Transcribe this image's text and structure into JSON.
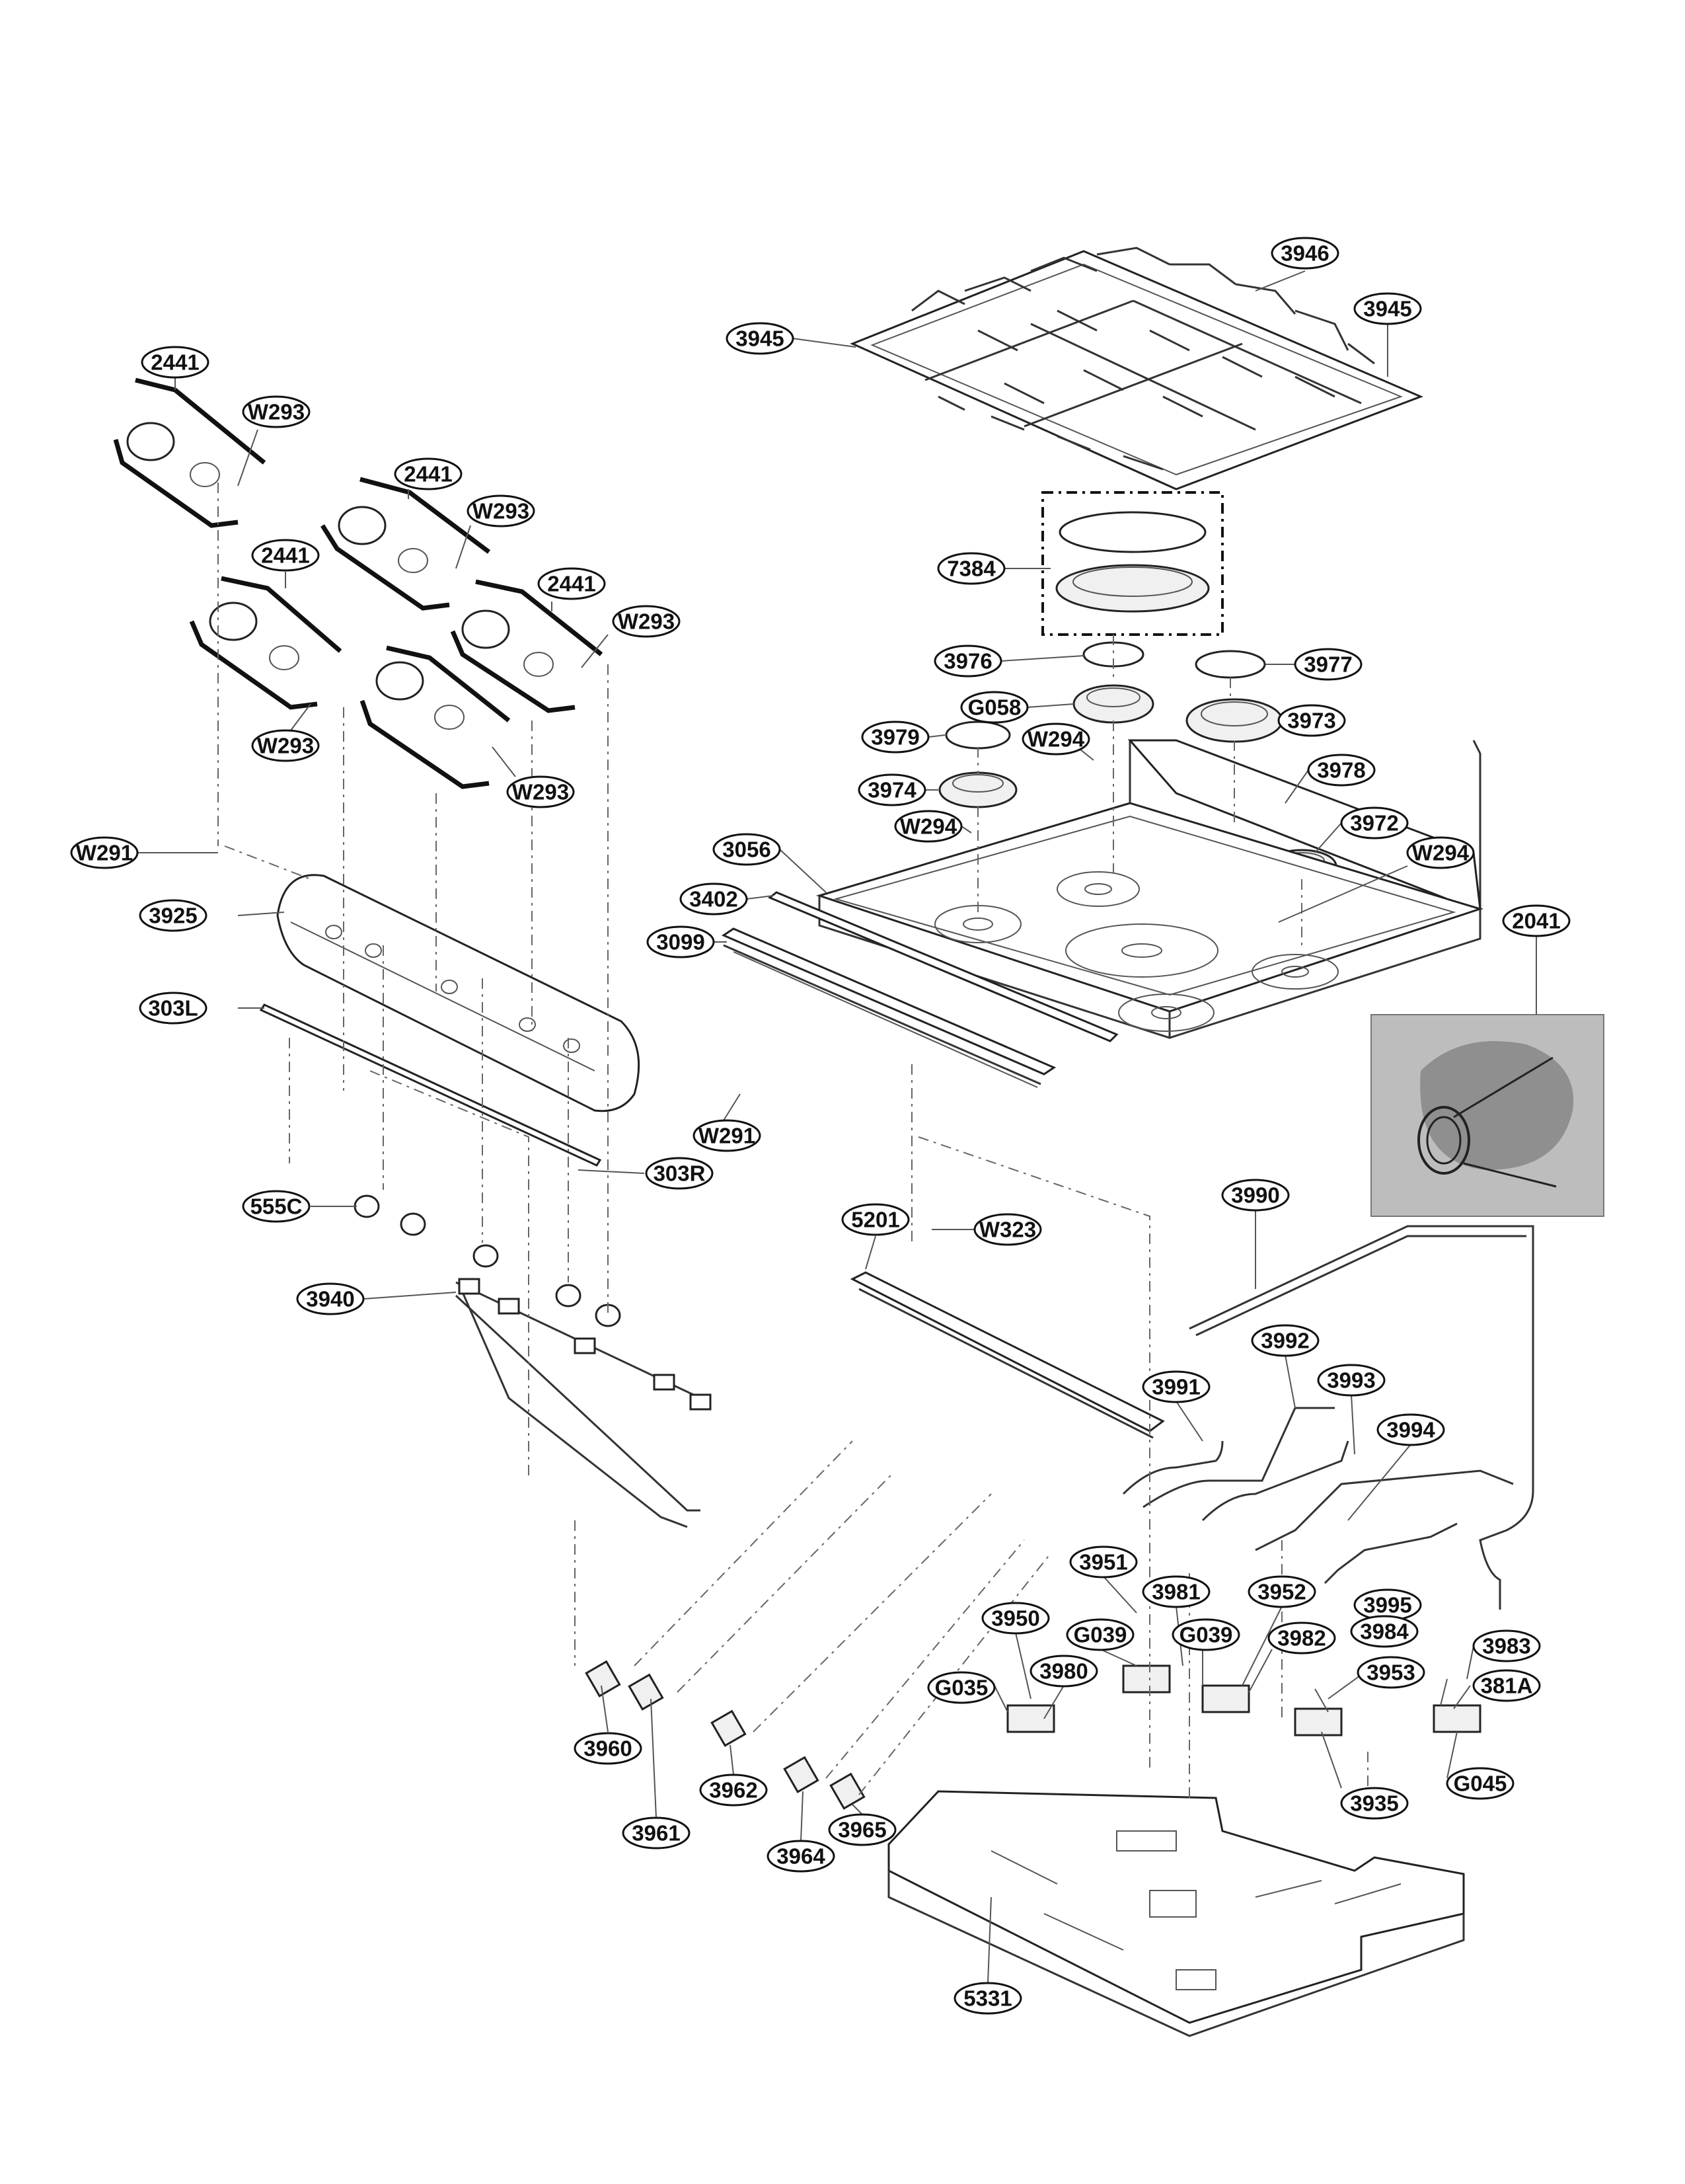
{
  "diagram": {
    "labels": {
      "c1": "2441",
      "c2": "W293",
      "c3": "2441",
      "c4": "W293",
      "c5": "2441",
      "c6": "2441",
      "c7": "W293",
      "c8": "W293",
      "c9": "W293",
      "c10": "W291",
      "c11": "3925",
      "c12": "303L",
      "c13": "W291",
      "c14": "303R",
      "c15": "555C",
      "c16": "3940",
      "c17": "3960",
      "c18": "3961",
      "c19": "3962",
      "c20": "3964",
      "c21": "3965",
      "c22": "3945",
      "c23": "3946",
      "c24": "3945",
      "c25": "7384",
      "c26": "3976",
      "c27": "3977",
      "c28": "G058",
      "c29": "3979",
      "c30": "W294",
      "c31": "3973",
      "c32": "3974",
      "c33": "3978",
      "c34": "W294",
      "c35": "3972",
      "c36": "3056",
      "c37": "W294",
      "c38": "3402",
      "c39": "2041",
      "c40": "3099",
      "c41": "5201",
      "c42": "W323",
      "c43": "3990",
      "c44": "3992",
      "c45": "3991",
      "c46": "3993",
      "c47": "3994",
      "c48": "3951",
      "c49": "3981",
      "c50": "3952",
      "c51": "3995",
      "c52": "3950",
      "c53": "G039",
      "c54": "G039",
      "c55": "3982",
      "c56": "3984",
      "c57": "3983",
      "c58": "3980",
      "c59": "3953",
      "c60": "381A",
      "c61": "G035",
      "c62": "3935",
      "c63": "G045",
      "c64": "5331"
    }
  }
}
